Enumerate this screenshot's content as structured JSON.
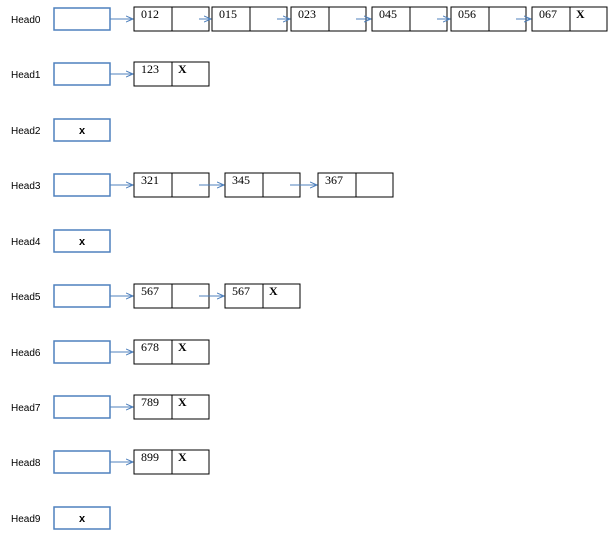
{
  "colors": {
    "head_border": "#4f81bd",
    "arrow": "#4f81bd",
    "node_border": "#000000",
    "text": "#000000"
  },
  "buckets": [
    {
      "label": "Head0",
      "head_null": "",
      "nodes": [
        {
          "value": "012",
          "next": ""
        },
        {
          "value": "015",
          "next": ""
        },
        {
          "value": "023",
          "next": ""
        },
        {
          "value": "045",
          "next": ""
        },
        {
          "value": "056",
          "next": ""
        },
        {
          "value": "067",
          "next": "X"
        }
      ]
    },
    {
      "label": "Head1",
      "head_null": "",
      "nodes": [
        {
          "value": "123",
          "next": "X"
        }
      ]
    },
    {
      "label": "Head2",
      "head_null": "x",
      "nodes": []
    },
    {
      "label": "Head3",
      "head_null": "",
      "nodes": [
        {
          "value": "321",
          "next": ""
        },
        {
          "value": "345",
          "next": ""
        },
        {
          "value": "367",
          "next": ""
        }
      ]
    },
    {
      "label": "Head4",
      "head_null": "x",
      "nodes": []
    },
    {
      "label": "Head5",
      "head_null": "",
      "nodes": [
        {
          "value": "567",
          "next": ""
        },
        {
          "value": "567",
          "next": "X"
        }
      ]
    },
    {
      "label": "Head6",
      "head_null": "",
      "nodes": [
        {
          "value": "678",
          "next": "X"
        }
      ]
    },
    {
      "label": "Head7",
      "head_null": "",
      "nodes": [
        {
          "value": "789",
          "next": "X"
        }
      ]
    },
    {
      "label": "Head8",
      "head_null": "",
      "nodes": [
        {
          "value": "899",
          "next": "X"
        }
      ]
    },
    {
      "label": "Head9",
      "head_null": "x",
      "nodes": []
    }
  ]
}
